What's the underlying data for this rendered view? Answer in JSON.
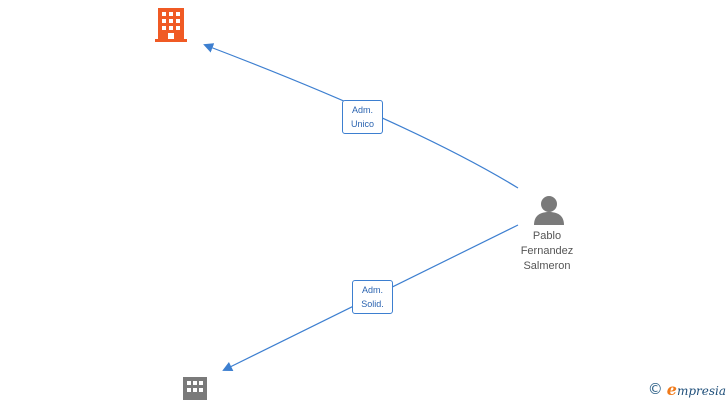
{
  "nodes": {
    "company_top": {
      "icon": "building-icon",
      "color": "#f05a24"
    },
    "company_bottom": {
      "icon": "building-icon",
      "color": "#7a7a7a"
    },
    "person": {
      "icon": "person-icon",
      "color": "#7a7a7a",
      "name_lines": [
        "Pablo",
        "Fernandez",
        "Salmeron"
      ]
    }
  },
  "edges": [
    {
      "from": "person",
      "to": "company_top",
      "label_lines": [
        "Adm.",
        "Unico"
      ],
      "color": "#3d7fd0"
    },
    {
      "from": "person",
      "to": "company_bottom",
      "label_lines": [
        "Adm.",
        "Solid."
      ],
      "color": "#3d7fd0"
    }
  ],
  "footer": {
    "copyright_symbol": "©",
    "brand_first_letter": "e",
    "brand_rest": "mpresia",
    "brand_first_color": "#f07a1a",
    "brand_color": "#1f4f7a"
  }
}
